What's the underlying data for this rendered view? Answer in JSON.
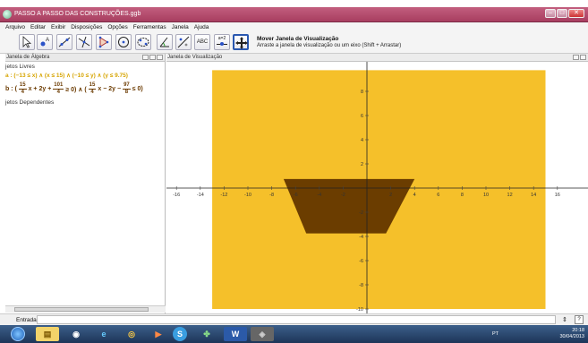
{
  "window": {
    "title": "PASSO A PASSO DAS CONSTRUÇÕES.ggb",
    "controls": [
      "–",
      "□",
      "✕"
    ]
  },
  "menu": [
    "Arquivo",
    "Editar",
    "Exibir",
    "Disposições",
    "Opções",
    "Ferramentas",
    "Janela",
    "Ajuda"
  ],
  "toolbar": {
    "tools": [
      {
        "icon": "move-arrow-icon"
      },
      {
        "icon": "point-icon"
      },
      {
        "icon": "line-icon"
      },
      {
        "icon": "perpendicular-icon"
      },
      {
        "icon": "polygon-icon"
      },
      {
        "icon": "circle-icon"
      },
      {
        "icon": "conic-icon"
      },
      {
        "icon": "angle-icon"
      },
      {
        "icon": "reflect-icon"
      },
      {
        "icon": "text-abc-icon",
        "label": "ABC"
      },
      {
        "icon": "slider-icon",
        "label": "a=2"
      },
      {
        "icon": "move-graphics-view-icon",
        "active": true
      }
    ],
    "active_tool_name": "Mover Janela de Visualização",
    "active_tool_help": "Arraste a janela de visualização ou um eixo (Shift + Arrastar)"
  },
  "algebra": {
    "title": "Janela de Álgebra",
    "free_label": "jetos Livres",
    "a_prefix": "a : (−13 ≤ x) ∧ (x ≤ 15) ∧ (−10 ≤ y) ∧ (y ≤ 9.75)",
    "b_prefix": "b :",
    "b_part1": "(",
    "b_frac1_num": "15",
    "b_frac1_den": "4",
    "b_part2": "x + 2y +",
    "b_frac2_num": "101",
    "b_frac2_den": "4",
    "b_part3": "≥ 0) ∧ (",
    "b_frac3_num": "15",
    "b_frac3_den": "4",
    "b_part4": "x − 2y −",
    "b_frac4_num": "97",
    "b_frac4_den": "8",
    "b_part5": "≤ 0)",
    "dependent_label": "jetos Dependentes"
  },
  "view": {
    "title": "Janela de Visualização",
    "x_ticks": [
      -16,
      -14,
      -12,
      -10,
      -8,
      -6,
      -4,
      -2,
      2,
      4,
      6,
      8,
      10,
      12,
      14,
      16
    ],
    "y_ticks": [
      8,
      6,
      4,
      2,
      -2,
      -4,
      -6,
      -8,
      -10
    ],
    "region_a": {
      "xmin": -13,
      "xmax": 15,
      "ymin": -10,
      "ymax": 9.75,
      "color": "#f5c02a"
    },
    "region_b": {
      "vertices": [
        [
          -7,
          0.75
        ],
        [
          4,
          0.75
        ],
        [
          1.6,
          -3.75
        ],
        [
          -5.1,
          -3.75
        ]
      ],
      "color": "#6b3d00"
    }
  },
  "input": {
    "label": "Entrada:",
    "value": "",
    "help": "?"
  },
  "taskbar": {
    "apps": [
      "ie-icon",
      "folder-icon",
      "media-icon",
      "ie-icon",
      "chrome-icon",
      "player-icon",
      "skype-icon",
      "geogebra-icon",
      "word-icon",
      "app-icon"
    ],
    "lang": "PT",
    "time": "20:18",
    "date": "30/04/2013"
  }
}
